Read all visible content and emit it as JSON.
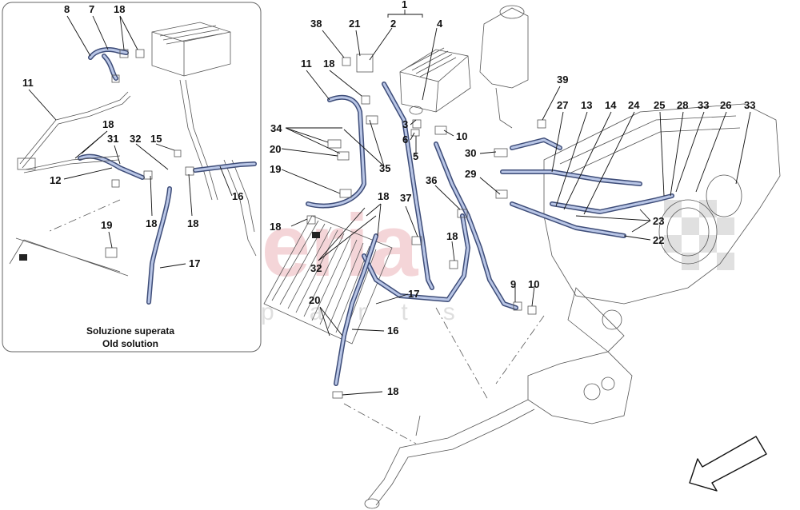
{
  "watermark": {
    "primary": "scuderia",
    "secondary": "car parts"
  },
  "inset": {
    "caption_it": "Soluzione superata",
    "caption_en": "Old solution"
  },
  "callouts": [
    {
      "id": "c8",
      "text": "8"
    },
    {
      "id": "c7",
      "text": "7"
    },
    {
      "id": "c18a",
      "text": "18"
    },
    {
      "id": "c11a",
      "text": "11"
    },
    {
      "id": "c18b",
      "text": "18"
    },
    {
      "id": "c31",
      "text": "31"
    },
    {
      "id": "c32a",
      "text": "32"
    },
    {
      "id": "c15",
      "text": "15"
    },
    {
      "id": "c12",
      "text": "12"
    },
    {
      "id": "c18c",
      "text": "18"
    },
    {
      "id": "c18d",
      "text": "18"
    },
    {
      "id": "c16a",
      "text": "16"
    },
    {
      "id": "c19a",
      "text": "19"
    },
    {
      "id": "c17a",
      "text": "17"
    },
    {
      "id": "c1",
      "text": "1"
    },
    {
      "id": "c38",
      "text": "38"
    },
    {
      "id": "c21",
      "text": "21"
    },
    {
      "id": "c2",
      "text": "2"
    },
    {
      "id": "c4",
      "text": "4"
    },
    {
      "id": "c11b",
      "text": "11"
    },
    {
      "id": "c18e",
      "text": "18"
    },
    {
      "id": "c3",
      "text": "3"
    },
    {
      "id": "c6",
      "text": "6"
    },
    {
      "id": "c5",
      "text": "5"
    },
    {
      "id": "c10a",
      "text": "10"
    },
    {
      "id": "c34",
      "text": "34"
    },
    {
      "id": "c20a",
      "text": "20"
    },
    {
      "id": "c35",
      "text": "35"
    },
    {
      "id": "c19b",
      "text": "19"
    },
    {
      "id": "c36",
      "text": "36"
    },
    {
      "id": "c18f",
      "text": "18"
    },
    {
      "id": "c37",
      "text": "37"
    },
    {
      "id": "c18g",
      "text": "18"
    },
    {
      "id": "c32b",
      "text": "32"
    },
    {
      "id": "c18h",
      "text": "18"
    },
    {
      "id": "c9",
      "text": "9"
    },
    {
      "id": "c10b",
      "text": "10"
    },
    {
      "id": "c20b",
      "text": "20"
    },
    {
      "id": "c17b",
      "text": "17"
    },
    {
      "id": "c16b",
      "text": "16"
    },
    {
      "id": "c18i",
      "text": "18"
    },
    {
      "id": "c39",
      "text": "39"
    },
    {
      "id": "c27",
      "text": "27"
    },
    {
      "id": "c13",
      "text": "13"
    },
    {
      "id": "c14",
      "text": "14"
    },
    {
      "id": "c24",
      "text": "24"
    },
    {
      "id": "c25",
      "text": "25"
    },
    {
      "id": "c28",
      "text": "28"
    },
    {
      "id": "c33a",
      "text": "33"
    },
    {
      "id": "c26",
      "text": "26"
    },
    {
      "id": "c33b",
      "text": "33"
    },
    {
      "id": "c30",
      "text": "30"
    },
    {
      "id": "c29",
      "text": "29"
    },
    {
      "id": "c23",
      "text": "23"
    },
    {
      "id": "c22",
      "text": "22"
    }
  ]
}
